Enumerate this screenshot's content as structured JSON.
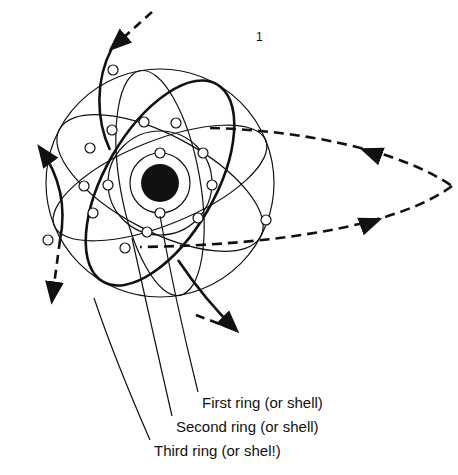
{
  "diagram": {
    "labels": [
      "1",
      "First ring (or shell)",
      "Second ring (or shell)",
      "Third ring (or shel!)"
    ]
  }
}
